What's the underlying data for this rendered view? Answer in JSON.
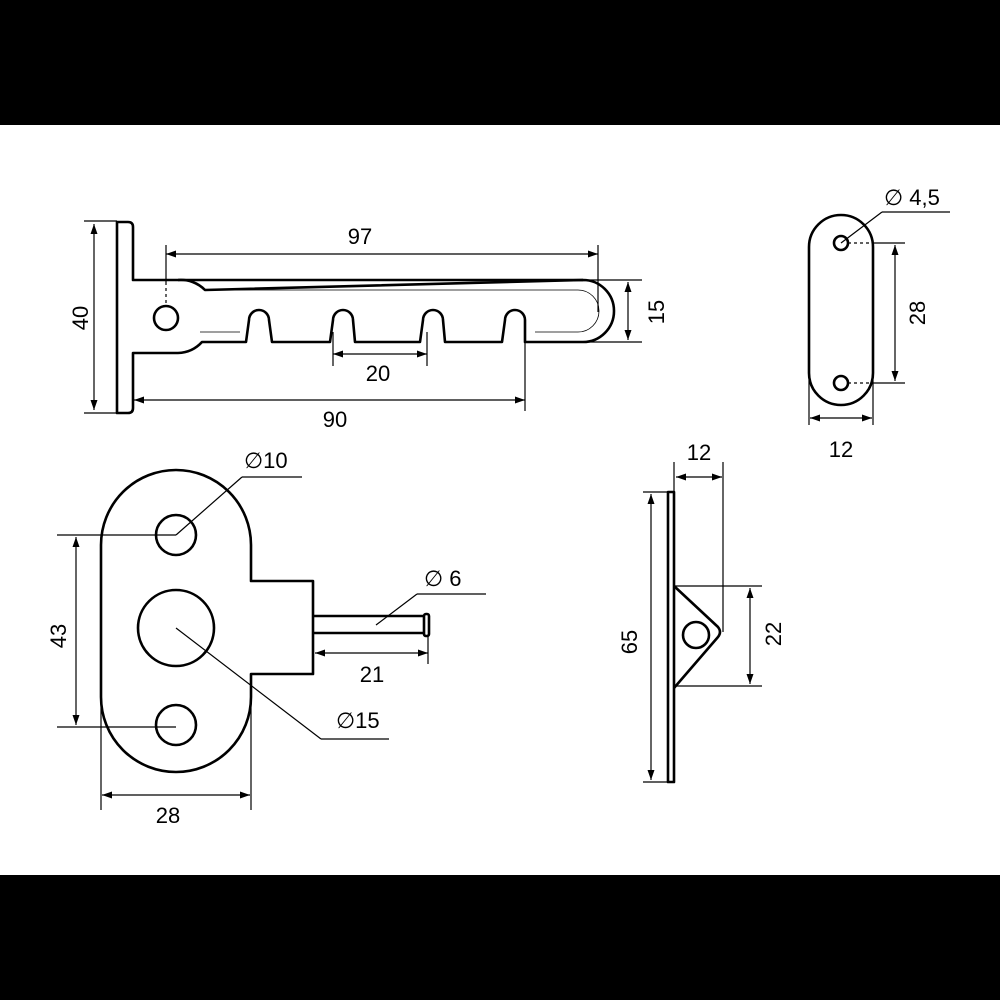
{
  "drawing": {
    "title": "",
    "units": "mm",
    "background": "#ffffff",
    "line_color": "#000000",
    "letterbox_color": "#000000"
  },
  "views": {
    "stay_arm": {
      "dims": {
        "length_total": "97",
        "height_flange": "40",
        "arm_width": "15",
        "notch_pitch": "20",
        "flange_to_last_notch": "90"
      }
    },
    "keeper_plate": {
      "dims": {
        "hole_diameter": "∅ 4,5",
        "hole_spacing": "28",
        "width": "12"
      }
    },
    "pin_plate": {
      "dims": {
        "small_hole_diameter": "∅10",
        "hole_spacing": "43",
        "width": "28",
        "pin_diameter": "∅ 6",
        "pin_length": "21",
        "center_hole_diameter": "∅15"
      }
    },
    "side_view": {
      "dims": {
        "depth": "12",
        "plate_length": "65",
        "lug_height": "22"
      }
    }
  }
}
